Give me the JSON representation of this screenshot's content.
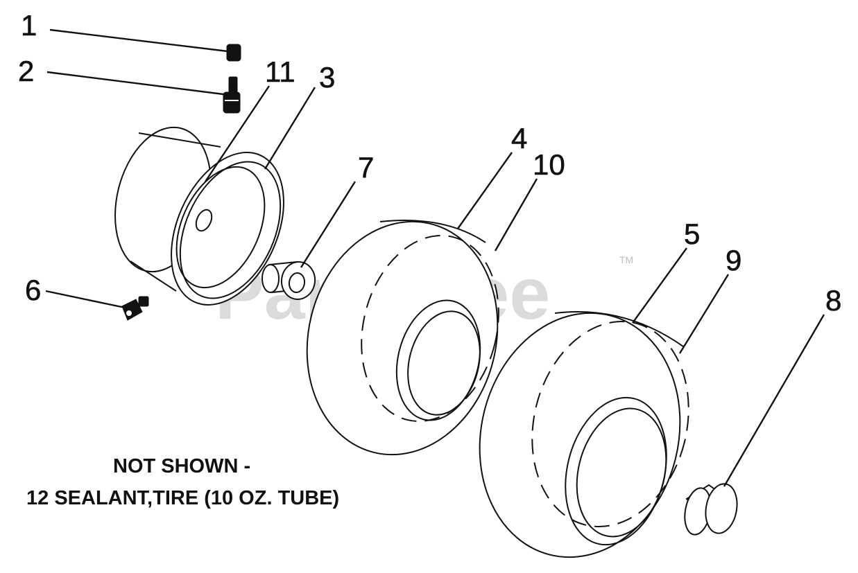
{
  "diagram": {
    "watermark": "PartsTree",
    "watermark_mark": "TM",
    "note": {
      "line1": "NOT SHOWN -",
      "line2": "12 SEALANT,TIRE (10 OZ. TUBE)"
    },
    "callouts": [
      {
        "id": "1",
        "label": "1",
        "part": "valve-cap"
      },
      {
        "id": "2",
        "label": "2",
        "part": "valve-stem"
      },
      {
        "id": "3",
        "label": "3",
        "part": "rim-half"
      },
      {
        "id": "4",
        "label": "4",
        "part": "tire-front"
      },
      {
        "id": "5",
        "label": "5",
        "part": "tire-rear"
      },
      {
        "id": "6",
        "label": "6",
        "part": "grease-fitting"
      },
      {
        "id": "7",
        "label": "7",
        "part": "bearing-sleeve"
      },
      {
        "id": "8",
        "label": "8",
        "part": "hub-cap"
      },
      {
        "id": "9",
        "label": "9",
        "part": "tube-rear"
      },
      {
        "id": "10",
        "label": "10",
        "part": "tube-front"
      },
      {
        "id": "11",
        "label": "11",
        "part": "wheel-assembly"
      }
    ]
  }
}
